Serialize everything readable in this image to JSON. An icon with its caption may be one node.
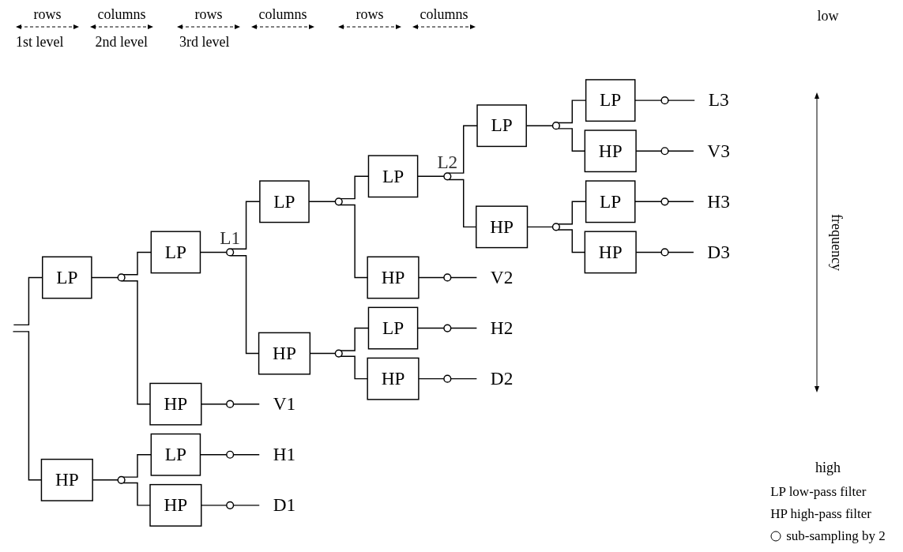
{
  "diagram": {
    "nodes": [
      {
        "text": [
          "LP"
        ]
      },
      {
        "text": [],
        "shape": "circle"
      },
      {
        "text": [
          "HP"
        ]
      },
      {
        "text": [],
        "shape": "circle"
      },
      {
        "text": [
          "LP"
        ]
      },
      {
        "text": [],
        "shape": "circle",
        "beside": [
          "L1"
        ]
      },
      {
        "text": [
          "HP"
        ]
      },
      {
        "text": [],
        "shape": "circle"
      },
      {
        "text": [
          "V1"
        ]
      },
      {
        "text": [
          "LP"
        ]
      },
      {
        "text": [],
        "shape": "circle"
      },
      {
        "text": [
          "H1"
        ]
      },
      {
        "text": [
          "HP"
        ]
      },
      {
        "text": [],
        "shape": "circle"
      },
      {
        "text": [
          "D1"
        ]
      },
      {
        "text": [
          "LP"
        ]
      },
      {
        "text": [],
        "shape": "circle"
      },
      {
        "text": [
          "HP"
        ]
      },
      {
        "text": [],
        "shape": "circle"
      },
      {
        "text": [
          "LP"
        ]
      },
      {
        "text": [],
        "shape": "circle",
        "beside": [
          "L2"
        ]
      },
      {
        "text": [
          "HP"
        ]
      },
      {
        "text": [],
        "shape": "circle"
      },
      {
        "text": [
          "V2"
        ]
      },
      {
        "text": [
          "LP"
        ]
      },
      {
        "text": [],
        "shape": "circle"
      },
      {
        "text": [
          "H2"
        ]
      },
      {
        "text": [
          "HP"
        ]
      },
      {
        "text": [],
        "shape": "circle"
      },
      {
        "text": [
          "D2"
        ]
      },
      {
        "text": [
          "LP"
        ]
      },
      {
        "text": [],
        "shape": "circle"
      },
      {
        "text": [
          "HP"
        ]
      },
      {
        "text": [],
        "shape": "circle"
      },
      {
        "text": [
          "LP"
        ]
      },
      {
        "text": [],
        "shape": "circle"
      },
      {
        "text": [
          "L3"
        ]
      },
      {
        "text": [
          "HP"
        ]
      },
      {
        "text": [],
        "shape": "circle"
      },
      {
        "text": [
          "V3"
        ]
      },
      {
        "text": [
          "LP"
        ]
      },
      {
        "text": [],
        "shape": "circle"
      },
      {
        "text": [
          "H3"
        ]
      },
      {
        "text": [
          "HP"
        ]
      },
      {
        "text": [],
        "shape": "circle"
      },
      {
        "text": [
          "D3"
        ]
      }
    ],
    "edges": [
      {
        "from": null,
        "to": 0,
        "arrow": "none"
      },
      {
        "from": null,
        "to": 2,
        "arrow": "none"
      },
      {
        "from": 0,
        "to": 1,
        "arrow": "none"
      },
      {
        "from": 2,
        "to": 3,
        "arrow": "none"
      },
      {
        "from": 1,
        "to": 4,
        "arrow": "none"
      },
      {
        "from": 1,
        "to": 6,
        "arrow": "none"
      },
      {
        "from": 4,
        "to": 5,
        "arrow": "none"
      },
      {
        "from": 6,
        "to": 7,
        "arrow": "none"
      },
      {
        "from": 7,
        "to": 8,
        "arrow": "none"
      },
      {
        "from": 3,
        "to": 9,
        "arrow": "none"
      },
      {
        "from": 3,
        "to": 12,
        "arrow": "none"
      },
      {
        "from": 9,
        "to": 10,
        "arrow": "none"
      },
      {
        "from": 10,
        "to": 11,
        "arrow": "none"
      },
      {
        "from": 12,
        "to": 13,
        "arrow": "none"
      },
      {
        "from": 13,
        "to": 14,
        "arrow": "none"
      },
      {
        "from": 5,
        "to": 15,
        "arrow": "none"
      },
      {
        "from": 5,
        "to": 17,
        "arrow": "none"
      },
      {
        "from": 15,
        "to": 16,
        "arrow": "none"
      },
      {
        "from": 17,
        "to": 18,
        "arrow": "none"
      },
      {
        "from": 16,
        "to": 19,
        "arrow": "none"
      },
      {
        "from": 16,
        "to": 21,
        "arrow": "none"
      },
      {
        "from": 19,
        "to": 20,
        "arrow": "none"
      },
      {
        "from": 21,
        "to": 22,
        "arrow": "none"
      },
      {
        "from": 22,
        "to": 23,
        "arrow": "none"
      },
      {
        "from": 18,
        "to": 24,
        "arrow": "none"
      },
      {
        "from": 18,
        "to": 27,
        "arrow": "none"
      },
      {
        "from": 24,
        "to": 25,
        "arrow": "none"
      },
      {
        "from": 25,
        "to": 26,
        "arrow": "none"
      },
      {
        "from": 27,
        "to": 28,
        "arrow": "none"
      },
      {
        "from": 28,
        "to": 29,
        "arrow": "none"
      },
      {
        "from": 20,
        "to": 30,
        "arrow": "none"
      },
      {
        "from": 20,
        "to": 32,
        "arrow": "none"
      },
      {
        "from": 30,
        "to": 31,
        "arrow": "none"
      },
      {
        "from": 32,
        "to": 33,
        "arrow": "none"
      },
      {
        "from": 31,
        "to": 34,
        "arrow": "none"
      },
      {
        "from": 31,
        "to": 37,
        "arrow": "none"
      },
      {
        "from": 34,
        "to": 35,
        "arrow": "none"
      },
      {
        "from": 35,
        "to": 36,
        "arrow": "none"
      },
      {
        "from": 37,
        "to": 38,
        "arrow": "none"
      },
      {
        "from": 38,
        "to": 39,
        "arrow": "none"
      },
      {
        "from": 33,
        "to": 40,
        "arrow": "none"
      },
      {
        "from": 33,
        "to": 43,
        "arrow": "none"
      },
      {
        "from": 40,
        "to": 41,
        "arrow": "none"
      },
      {
        "from": 41,
        "to": 42,
        "arrow": "none"
      },
      {
        "from": 43,
        "to": 44,
        "arrow": "none"
      },
      {
        "from": 44,
        "to": 45,
        "arrow": "none"
      }
    ],
    "labels": [
      "rows",
      "columns",
      "rows",
      "columns",
      "rows",
      "columns",
      "low",
      "3rd level",
      "2nd level",
      "1st level",
      "frequency",
      "high"
    ],
    "legend": [
      {
        "text": "LP low-pass filter"
      },
      {
        "text": "HP high-pass filter"
      },
      {
        "text": "sub-sampling by 2"
      }
    ]
  }
}
